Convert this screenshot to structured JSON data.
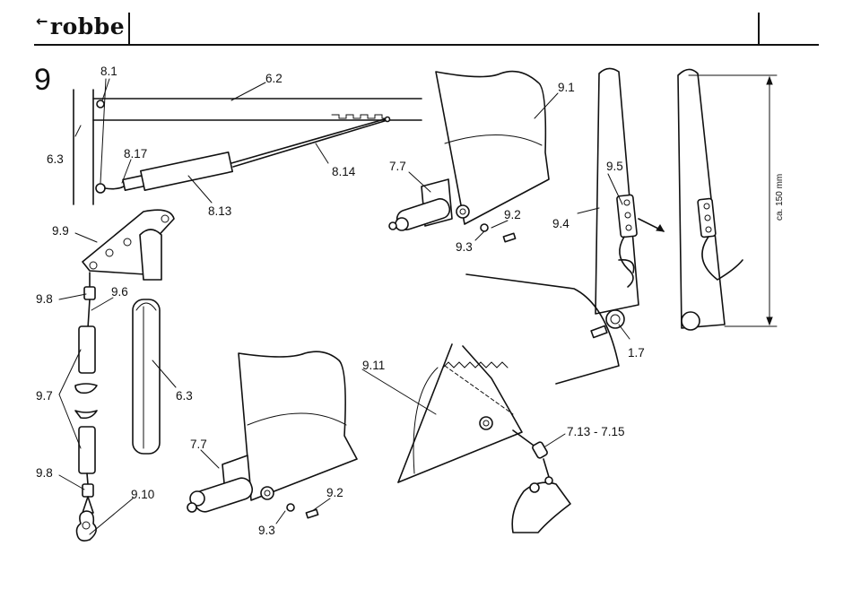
{
  "header": {
    "logo_text": "robbe"
  },
  "figure_number": "9",
  "labels": {
    "l_8_1": "8.1",
    "l_6_2": "6.2",
    "l_6_3_a": "6.3",
    "l_8_17": "8.17",
    "l_8_14": "8.14",
    "l_8_13": "8.13",
    "l_9_1": "9.1",
    "l_7_7_a": "7.7",
    "l_9_2_a": "9.2",
    "l_9_3_a": "9.3",
    "l_9_5": "9.5",
    "l_9_4": "9.4",
    "l_ca_150": "ca. 150 mm",
    "l_1_7": "1.7",
    "l_9_9": "9.9",
    "l_9_8_a": "9.8",
    "l_9_6": "9.6",
    "l_9_7": "9.7",
    "l_6_3_b": "6.3",
    "l_9_8_b": "9.8",
    "l_9_10": "9.10",
    "l_9_11": "9.11",
    "l_7_7_b": "7.7",
    "l_9_2_b": "9.2",
    "l_9_3_b": "9.3",
    "l_7_13": "7.13 - 7.15"
  }
}
